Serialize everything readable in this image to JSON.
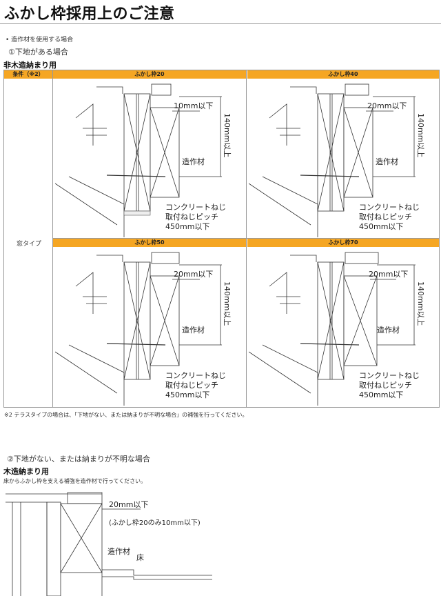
{
  "title": "ふかし枠採用上のご注意",
  "intro_bullet": "• 造作材を使用する場合",
  "case1_heading": "①下地がある場合",
  "case1_sub": "非木造納まり用",
  "table": {
    "condition_header": "条件（※2）",
    "row_label": "窓タイプ",
    "cells": [
      {
        "header": "ふかし枠20",
        "dim_label": "10mm以下"
      },
      {
        "header": "ふかし枠40",
        "dim_label": "20mm以下"
      },
      {
        "header": "ふかし枠50",
        "dim_label": "20mm以下"
      },
      {
        "header": "ふかし枠70",
        "dim_label": "20mm以下"
      }
    ],
    "height_label": "140mm以上",
    "material_label": "造作材",
    "screw_line1": "コンクリートねじ",
    "screw_line2": "取付ねじピッチ",
    "screw_line3": "450mm以下"
  },
  "footnote": "※2 テラスタイプの場合は、「下地がない、または納まりが不明な場合」の補強を行ってください。",
  "case2_heading": "②下地がない、または納まりが不明な場合",
  "case2_sub": "木造納まり用",
  "case2_desc": "床からふかし枠を支える補強を造作材で行ってください。",
  "wood": {
    "dim_label": "20mm以下",
    "dim_note": "(ふかし枠20のみ10mm以下)",
    "material_label": "造作材",
    "floor_label": "床"
  }
}
